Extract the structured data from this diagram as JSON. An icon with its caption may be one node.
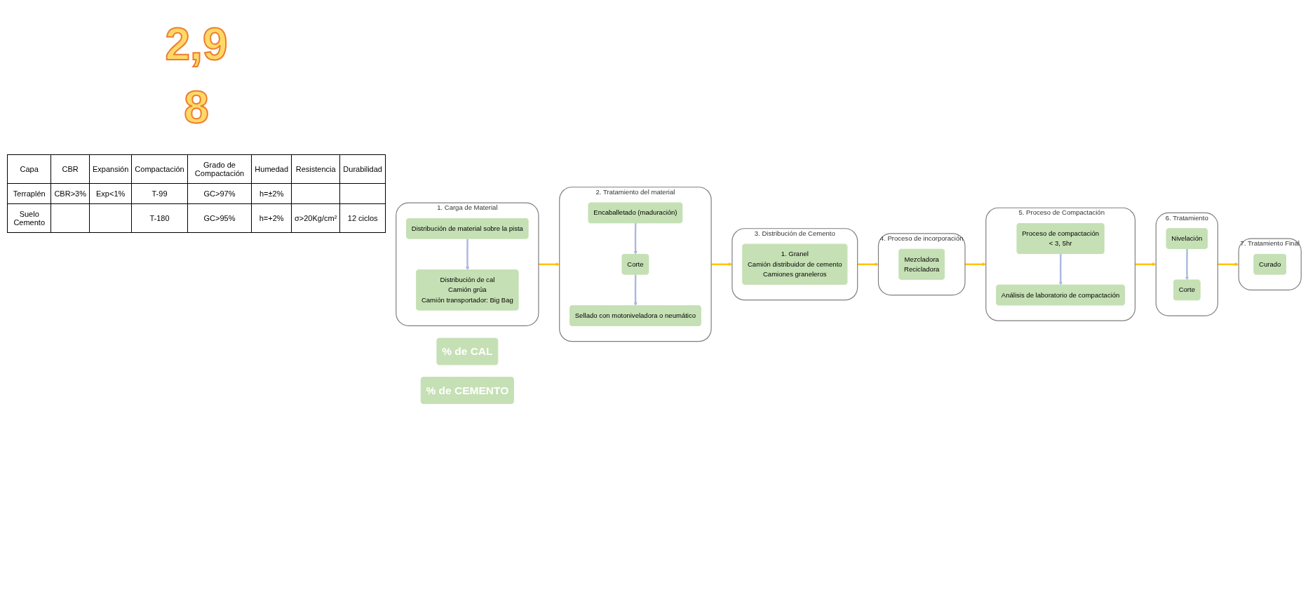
{
  "diagram": {
    "nodes": [
      {
        "text": [
          "1. Carga de Material"
        ]
      },
      {
        "text": [
          "Distribución de material sobre la pista"
        ],
        "in": 0
      },
      {
        "text": [
          "Distribución de cal",
          "Camión grúa",
          "Camión transportador: Big Bag"
        ],
        "in": 0
      },
      {
        "text": [
          "2. Tratamiento del material"
        ]
      },
      {
        "text": [
          "Encaballetado (maduración)"
        ],
        "in": 3
      },
      {
        "text": [
          "Corte"
        ],
        "in": 3
      },
      {
        "text": [
          "Sellado con motoniveladora o neumático"
        ],
        "in": 3
      },
      {
        "text": [
          "3. Distribución de Cemento"
        ]
      },
      {
        "text": [
          "1. Granel",
          "Camión distribuidor de cemento",
          "Camiones graneleros"
        ],
        "in": 7
      },
      {
        "text": [
          "4. Proceso de incorporación"
        ]
      },
      {
        "text": [
          "Mezcladora",
          "Recicladora"
        ],
        "in": 9
      },
      {
        "text": [
          "5. Proceso de Compactación"
        ]
      },
      {
        "text": [
          "Proceso de compactación",
          "< 3, 5hr"
        ],
        "in": 11
      },
      {
        "text": [
          "Análisis de laboratorio de compactación"
        ],
        "in": 11
      },
      {
        "text": [
          "6. Tratamiento"
        ]
      },
      {
        "text": [
          "Nivelación"
        ],
        "in": 14
      },
      {
        "text": [
          "Corte"
        ],
        "in": 14
      },
      {
        "text": [
          "7. Tratamiento Final"
        ]
      },
      {
        "text": [
          "Curado"
        ],
        "in": 17
      },
      {
        "text": [
          "% de CAL"
        ]
      },
      {
        "text": [
          "% de CEMENTO"
        ]
      }
    ],
    "edges": [
      {
        "from": 0,
        "to": 3,
        "arrow": "to",
        "color": "#ffc000"
      },
      {
        "from": 1,
        "to": 2,
        "arrow": "to",
        "color": "#a9b8e0"
      },
      {
        "from": 3,
        "to": 7,
        "arrow": "to",
        "color": "#ffc000"
      },
      {
        "from": 4,
        "to": 5,
        "arrow": "to",
        "color": "#a9b8e0"
      },
      {
        "from": 5,
        "to": 6,
        "arrow": "to",
        "color": "#a9b8e0"
      },
      {
        "from": 7,
        "to": 9,
        "arrow": "to",
        "color": "#ffc000"
      },
      {
        "from": 9,
        "to": 11,
        "arrow": "to",
        "color": "#ffc000"
      },
      {
        "from": 12,
        "to": 13,
        "arrow": "to",
        "color": "#a9b8e0"
      },
      {
        "from": 11,
        "to": 14,
        "arrow": "to",
        "color": "#ffc000"
      },
      {
        "from": 15,
        "to": 16,
        "arrow": "to",
        "color": "#a9b8e0"
      },
      {
        "from": 14,
        "to": 17,
        "arrow": "to",
        "color": "#ffc000"
      }
    ],
    "labels": [
      "2,9",
      "8",
      "Capa",
      "CBR",
      "Expansión",
      "Compactación",
      "Grado de Compactación",
      "Humedad",
      "Resistencia",
      "Durabilidad",
      "Terraplén",
      "CBR>3%",
      "Exp<1%",
      "T-99",
      "GC>97%",
      "h=±2%",
      "Suelo Cemento",
      "T-180",
      "GC>95%",
      "h=+2%",
      "σ>20Kg/cm²",
      "12 ciclos"
    ]
  }
}
